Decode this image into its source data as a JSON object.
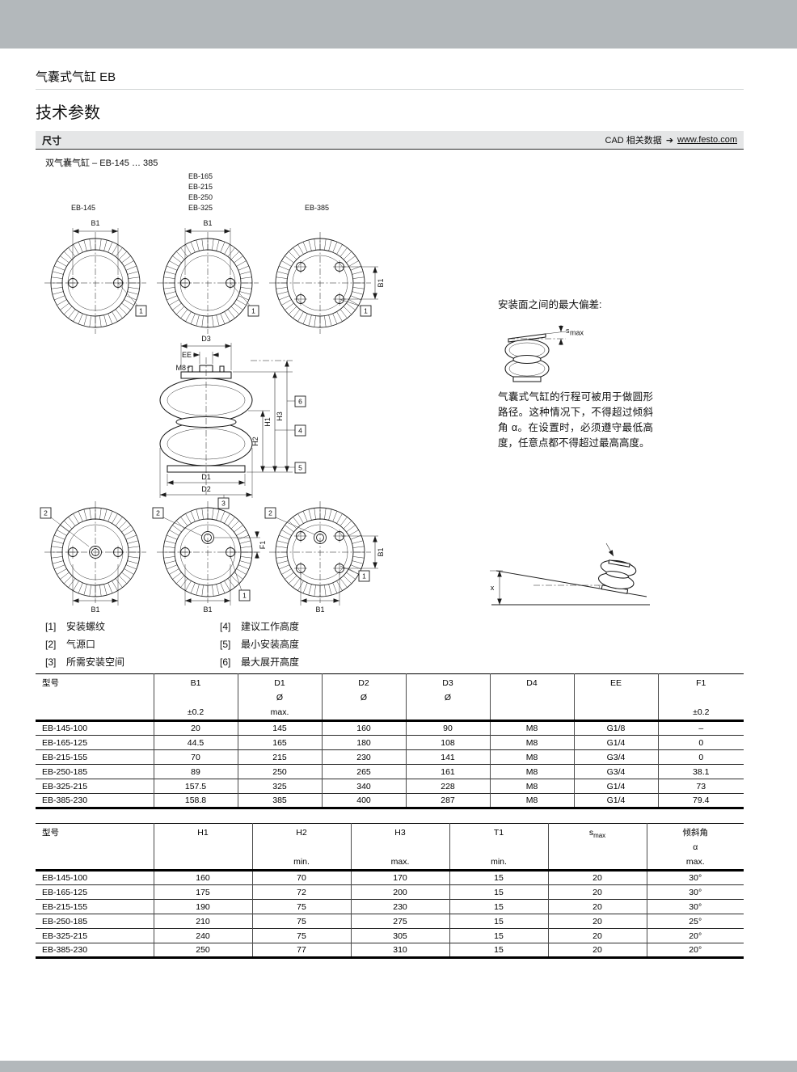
{
  "page": {
    "title": "气囊式气缸 EB",
    "section": "技术参数"
  },
  "dim_bar": {
    "label": "尺寸",
    "cad_prefix": "CAD 相关数据",
    "cad_arrow": "➔",
    "cad_link": "www.festo.com"
  },
  "drawing": {
    "subtitle": "双气囊气缸 – EB-145 … 385",
    "models": {
      "left": "EB-145",
      "middle": [
        "EB-165",
        "EB-215",
        "EB-250",
        "EB-325"
      ],
      "right": "EB-385"
    },
    "dims": {
      "b1": "B1",
      "d1": "D1",
      "d2": "D2",
      "d3": "D3",
      "ee": "EE",
      "m8": "M8",
      "h1": "H1",
      "h2": "H2",
      "h3": "H3",
      "f1": "F1",
      "s": "s",
      "max": "max",
      "alpha": "α",
      "x": "x"
    },
    "callouts": {
      "c1": "1",
      "c2": "2",
      "c3": "3",
      "c4": "4",
      "c5": "5",
      "c6": "6"
    },
    "note_title": "安装面之间的最大偏差:",
    "note_body": "气囊式气缸的行程可被用于做圆形路径。这种情况下，不得超过倾斜角 α。在设置时，必须遵守最低高度，任意点都不得超过最高高度。"
  },
  "legend": [
    {
      "num": "[1]",
      "text": "安装螺纹"
    },
    {
      "num": "[2]",
      "text": "气源口"
    },
    {
      "num": "[3]",
      "text": "所需安装空间"
    },
    {
      "num": "[4]",
      "text": "建议工作高度"
    },
    {
      "num": "[5]",
      "text": "最小安装高度"
    },
    {
      "num": "[6]",
      "text": "最大展开高度"
    }
  ],
  "table1": {
    "col_model": "型号",
    "cols": [
      {
        "l1": "B1",
        "l2": "",
        "l3": "±0.2"
      },
      {
        "l1": "D1",
        "l2": "Ø",
        "l3": "max."
      },
      {
        "l1": "D2",
        "l2": "Ø",
        "l3": ""
      },
      {
        "l1": "D3",
        "l2": "Ø",
        "l3": ""
      },
      {
        "l1": "D4",
        "l2": "",
        "l3": ""
      },
      {
        "l1": "EE",
        "l2": "",
        "l3": ""
      },
      {
        "l1": "F1",
        "l2": "",
        "l3": "±0.2"
      }
    ],
    "rows": [
      [
        "EB-145-100",
        "20",
        "145",
        "160",
        "90",
        "M8",
        "G1/8",
        "–"
      ],
      [
        "EB-165-125",
        "44.5",
        "165",
        "180",
        "108",
        "M8",
        "G1/4",
        "0"
      ],
      [
        "EB-215-155",
        "70",
        "215",
        "230",
        "141",
        "M8",
        "G3/4",
        "0"
      ],
      [
        "EB-250-185",
        "89",
        "250",
        "265",
        "161",
        "M8",
        "G3/4",
        "38.1"
      ],
      [
        "EB-325-215",
        "157.5",
        "325",
        "340",
        "228",
        "M8",
        "G1/4",
        "73"
      ],
      [
        "EB-385-230",
        "158.8",
        "385",
        "400",
        "287",
        "M8",
        "G1/4",
        "79.4"
      ]
    ]
  },
  "table2": {
    "col_model": "型号",
    "cols": [
      {
        "l1": "H1",
        "l2": "",
        "l3": ""
      },
      {
        "l1": "H2",
        "l2": "",
        "l3": "min."
      },
      {
        "l1": "H3",
        "l2": "",
        "l3": "max."
      },
      {
        "l1": "T1",
        "l2": "",
        "l3": "min."
      },
      {
        "l1": "s",
        "l1sub": "max",
        "l2": "",
        "l3": ""
      },
      {
        "l1": "倾斜角",
        "l2": "α",
        "l3": "max."
      }
    ],
    "rows": [
      [
        "EB-145-100",
        "160",
        "70",
        "170",
        "15",
        "20",
        "30°"
      ],
      [
        "EB-165-125",
        "175",
        "72",
        "200",
        "15",
        "20",
        "30°"
      ],
      [
        "EB-215-155",
        "190",
        "75",
        "230",
        "15",
        "20",
        "30°"
      ],
      [
        "EB-250-185",
        "210",
        "75",
        "275",
        "15",
        "20",
        "25°"
      ],
      [
        "EB-325-215",
        "240",
        "75",
        "305",
        "15",
        "20",
        "20°"
      ],
      [
        "EB-385-230",
        "250",
        "77",
        "310",
        "15",
        "20",
        "20°"
      ]
    ]
  }
}
